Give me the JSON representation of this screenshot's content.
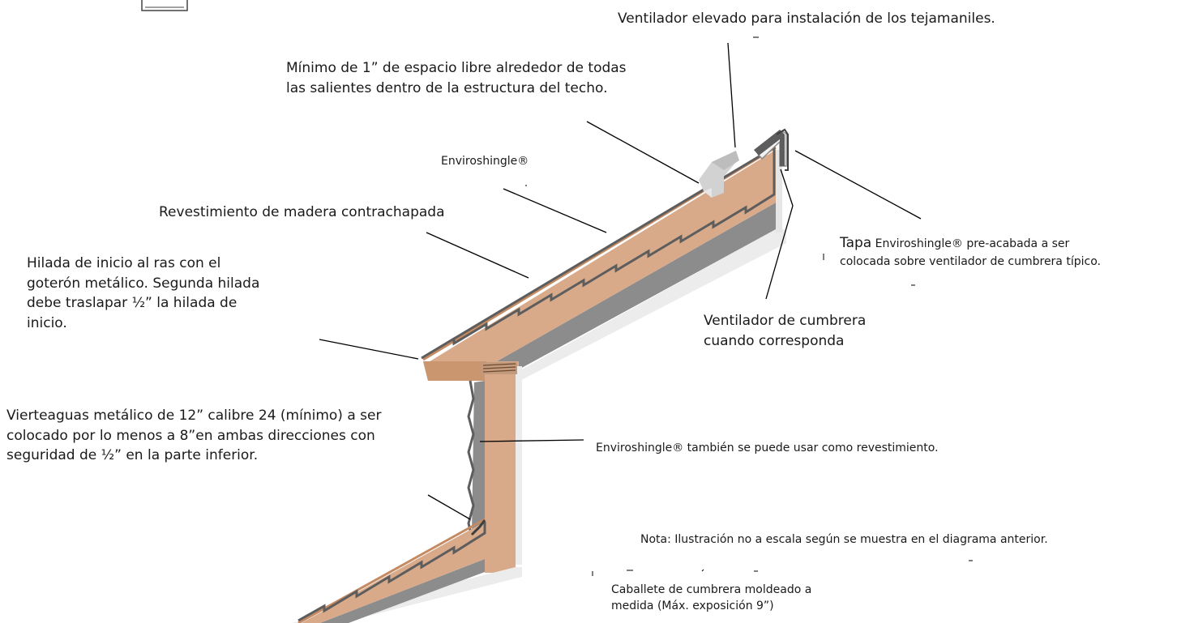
{
  "labels": {
    "vent_elevado": "Ventilador elevado para instalación de los tejamaniles.",
    "minimo": "Mínimo de 1” de espacio libre alrededor de todas\nlas salientes dentro de la estructura del techo.",
    "enviroshingle": "Enviroshingle®",
    "revestimiento": "Revestimiento de madera contrachapada",
    "hilada": "Hilada de inicio al ras con el\ngoterón metálico. Segunda hilada\ndebe traslapar ½” la hilada de\ninicio.",
    "tapa_word": "Tapa",
    "tapa_rest": " Enviroshingle® pre-acabada a ser\ncolocada sobre ventilador de cumbrera típico.",
    "vent_cumbrera": "Ventilador de cumbrera\ncuando corresponda",
    "vierteaguas": "Vierteaguas metálico de 12” calibre 24 (mínimo) a ser\ncolocado por lo menos a 8”en ambas direcciones con\nseguridad de ½” en la parte inferior.",
    "enviro_revest": "Enviroshingle® también se puede usar como revestimiento.",
    "nota": "Nota: Ilustración no a escala según se muestra en el diagrama anterior.",
    "caballete": "Caballete de cumbrera moldeado a\nmedida (Máx. exposición 9”)"
  },
  "icons": {
    "top_left": "window-icon"
  },
  "colors": {
    "wood": "#d8aa8a",
    "wood_edge": "#c48a62",
    "membrane": "#8c8c8c",
    "shingle": "#5d5d5d",
    "vent": "#d6d6d6",
    "shadow": "#ececec",
    "leader": "#000000"
  }
}
